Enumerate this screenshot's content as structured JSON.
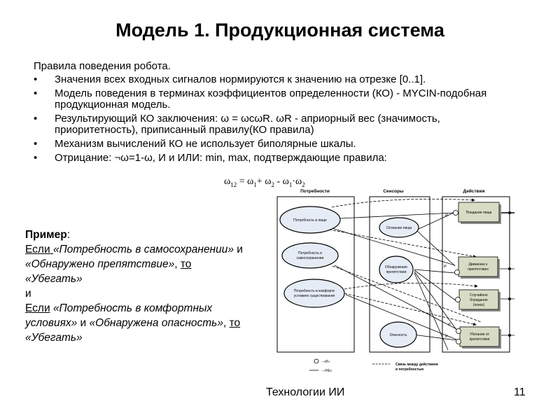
{
  "slide": {
    "title": "Модель 1. Продукционная система",
    "intro": "Правила поведения робота.",
    "bullets": [
      "Значения всех входных сигналов нормируются к значению на отрезке [0..1].",
      "Модель поведения в терминах коэффициентов определенности (КО) -  MYCIN-подобная продукционная модель.",
      "Результирующий КО заключения: ω = ωcωR. ωR - априорный вес (значимость, приоритетность), приписанный правилу(КО правила)",
      "Механизм вычислений КО не использует биполярные шкалы.",
      "Отрицание: ¬ω=1-ω, И и ИЛИ: min, max, подтверждающие правила:"
    ],
    "formula": {
      "lhs": "ω",
      "lhs_sub": "12",
      "eq": " = ω",
      "t1_sub": "1",
      "plus": "+ ω",
      "t2_sub": "2",
      "minus": " - ω",
      "t3_sub": "1",
      "dot": "·ω",
      "t4_sub": "2"
    },
    "example": {
      "header": "Пример",
      "colon": ":",
      "if1": "Если ",
      "cond1a": "«Потребность в самосохранении»",
      "and1": " и ",
      "cond1b": "«Обнаружено препятствие»",
      "comma1": ", ",
      "then1": "то",
      "space1": " ",
      "res1": "«Убегать»",
      "and_mid": "и",
      "if2": "Если",
      "space2": " ",
      "cond2a": "«Потребность в комфортных условиях»",
      "and2": " и ",
      "cond2b": "«Обнаружена опасность»",
      "comma2": ", ",
      "then2": "то",
      "res2": "«Убегать»"
    },
    "footer": {
      "title": "Технологии ИИ",
      "page": "11"
    }
  },
  "diagram": {
    "columns": [
      "Потребности",
      "Сенсоры",
      "Действия"
    ],
    "needs": [
      [
        "Потребность в пище"
      ],
      [
        "Потребность в",
        "самосохранении"
      ],
      [
        "Потребность в комфорте",
        "условиях существования"
      ]
    ],
    "sensors": [
      [
        "Осязание пищи"
      ],
      [
        "Обнаружение",
        "препятствия"
      ],
      [
        "Опасность"
      ]
    ],
    "actions": [
      [
        "Поедание пищи"
      ],
      [
        "Движение к",
        "препятствию"
      ],
      [
        "Случайное",
        "блуждание",
        "(поиск)"
      ],
      [
        "Убегание от",
        "препятствия"
      ]
    ],
    "gate_label": "И",
    "legend": {
      "and": "- «И»",
      "not": "- «НЕ»",
      "link_line1": "Связь между действием",
      "link_line2": "и потребностью"
    },
    "colors": {
      "ellipse": "#e6ecf6",
      "action": "#d9dcc4",
      "action_shadow": "#8b8b8b",
      "line": "#000000"
    }
  }
}
